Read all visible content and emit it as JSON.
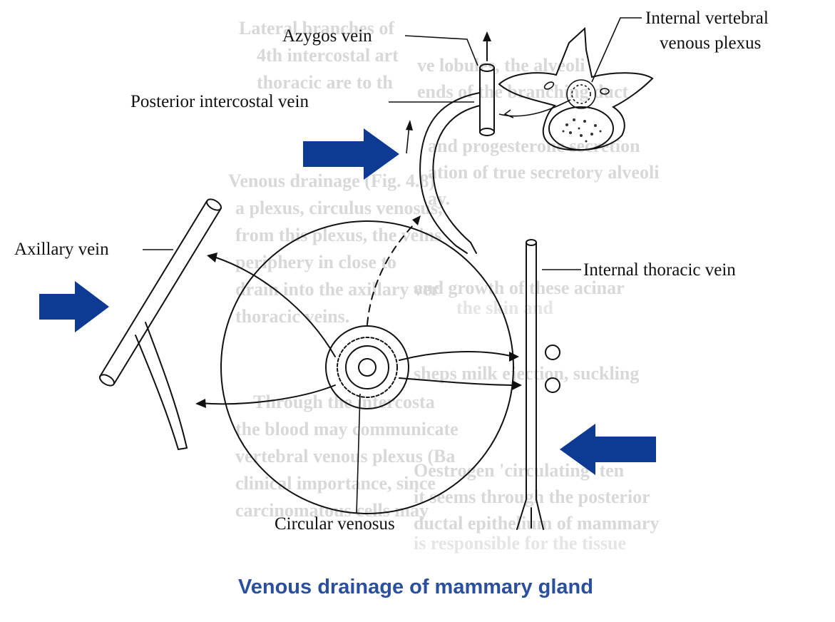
{
  "labels": {
    "azygos_vein": "Azygos vein",
    "internal_vertebral_line1": "Internal vertebral",
    "internal_vertebral_line2": "venous plexus",
    "posterior_intercostal_vein": "Posterior intercostal vein",
    "axillary_vein": "Axillary vein",
    "internal_thoracic_vein": "Internal thoracic vein",
    "circular_venosus": "Circular venosus"
  },
  "caption": "Venous drainage of mammary gland",
  "background_text": {
    "left_lines": [
      "Lateral branches of",
      "4th intercostal art",
      "thoracic are to th",
      "Venous drainage (Fig. 4.8)",
      "a plexus, circulus venosus,",
      "from this plexus, the veins",
      "periphery in close to",
      "drain into the axillary ver",
      "thoracic veins.",
      "Through the intercosta",
      "the blood may communicate",
      "vertebral venous plexus (Ba",
      "clinical importance, since",
      "carcinomatous cells may"
    ],
    "right_lines": [
      "ve lobules, the alveoli",
      "ends of the branching duct",
      "and progesterone secretion",
      "ation of true secretory alveoli",
      "ay.",
      "and growth of these acinar",
      "the skin and",
      "sheps milk ejection, suckling",
      "Oestrogen 'circulating' ten",
      "it seems through the posterior",
      "ductal epithelium of mammary",
      "is responsible for the tissue"
    ]
  },
  "colors": {
    "arrow": "#0d3a93",
    "caption": "#2a4f9e",
    "background_text": "#b8b8b8"
  },
  "icons": {
    "arrows": [
      "right-arrow",
      "right-arrow",
      "left-arrow"
    ]
  }
}
